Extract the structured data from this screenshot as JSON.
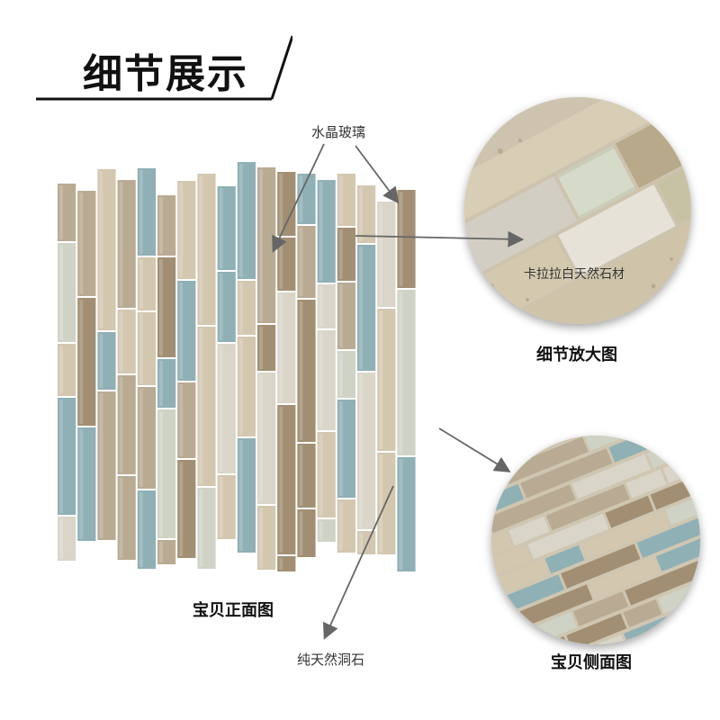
{
  "header": {
    "title": "细节展示"
  },
  "callouts": {
    "crystal_glass": "水晶玻璃",
    "white_stone": "卡拉拉白天然石材",
    "travertine": "纯天然洞石"
  },
  "captions": {
    "detail_zoom": "细节放大图",
    "front_view": "宝贝正面图",
    "side_view": "宝贝侧面图"
  },
  "colors": {
    "glass_brown": "#a28f73",
    "glass_taupe": "#b9ab93",
    "glass_blue": "#8fb0b5",
    "glass_pale": "#cfd3c6",
    "stone_white": "#d9d5c9",
    "travertine": "#d3c7b0",
    "arrow": "#666666",
    "banner_line": "#111111"
  }
}
